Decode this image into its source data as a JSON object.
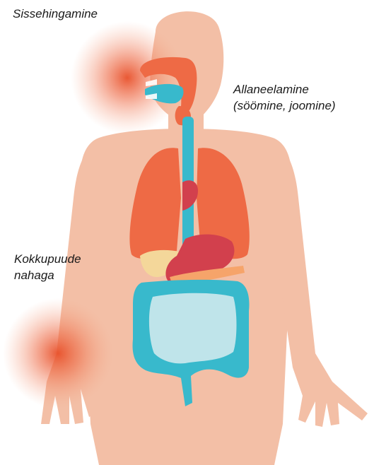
{
  "labels": {
    "inhalation": "Sissehingamine",
    "ingestion_line1": "Allaneelamine",
    "ingestion_line2": "(söömine, joomine)",
    "skin_line1": "Kokkupuude",
    "skin_line2": "nahaga"
  },
  "colors": {
    "background": "#ffffff",
    "skin": "#f3bfa6",
    "exposure_glow": "#e8502a",
    "mouth_nasal": "#ee6a45",
    "airway": "#38b9cc",
    "lungs": "#ee6a45",
    "heart": "#d2404d",
    "stomach": "#d2404d",
    "pancreas": "#f6a46a",
    "liver": "#f4d79a",
    "small_intestine": "#bfe4ea",
    "large_intestine": "#38b9cc",
    "text": "#1a1a1a"
  }
}
